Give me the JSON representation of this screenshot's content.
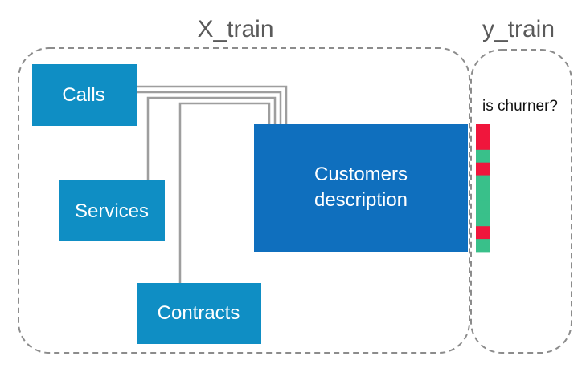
{
  "titles": {
    "x_train": "X_train",
    "y_train": "y_train"
  },
  "nodes": {
    "calls": "Calls",
    "services": "Services",
    "contracts": "Contracts",
    "customers_line1": "Customers",
    "customers_line2": "description"
  },
  "target": {
    "label": "is churner?",
    "segments": [
      "churner",
      "churner",
      "non-churner",
      "churner",
      "non-churner",
      "non-churner",
      "non-churner",
      "non-churner",
      "churner",
      "non-churner"
    ]
  },
  "colors": {
    "source_box": "#0f8ec4",
    "customer_box": "#0f6fbe",
    "connector": "#9e9e9e",
    "dashed_border": "#8c8c8c",
    "churner": "#f0163c",
    "non_churner": "#39c08a"
  }
}
